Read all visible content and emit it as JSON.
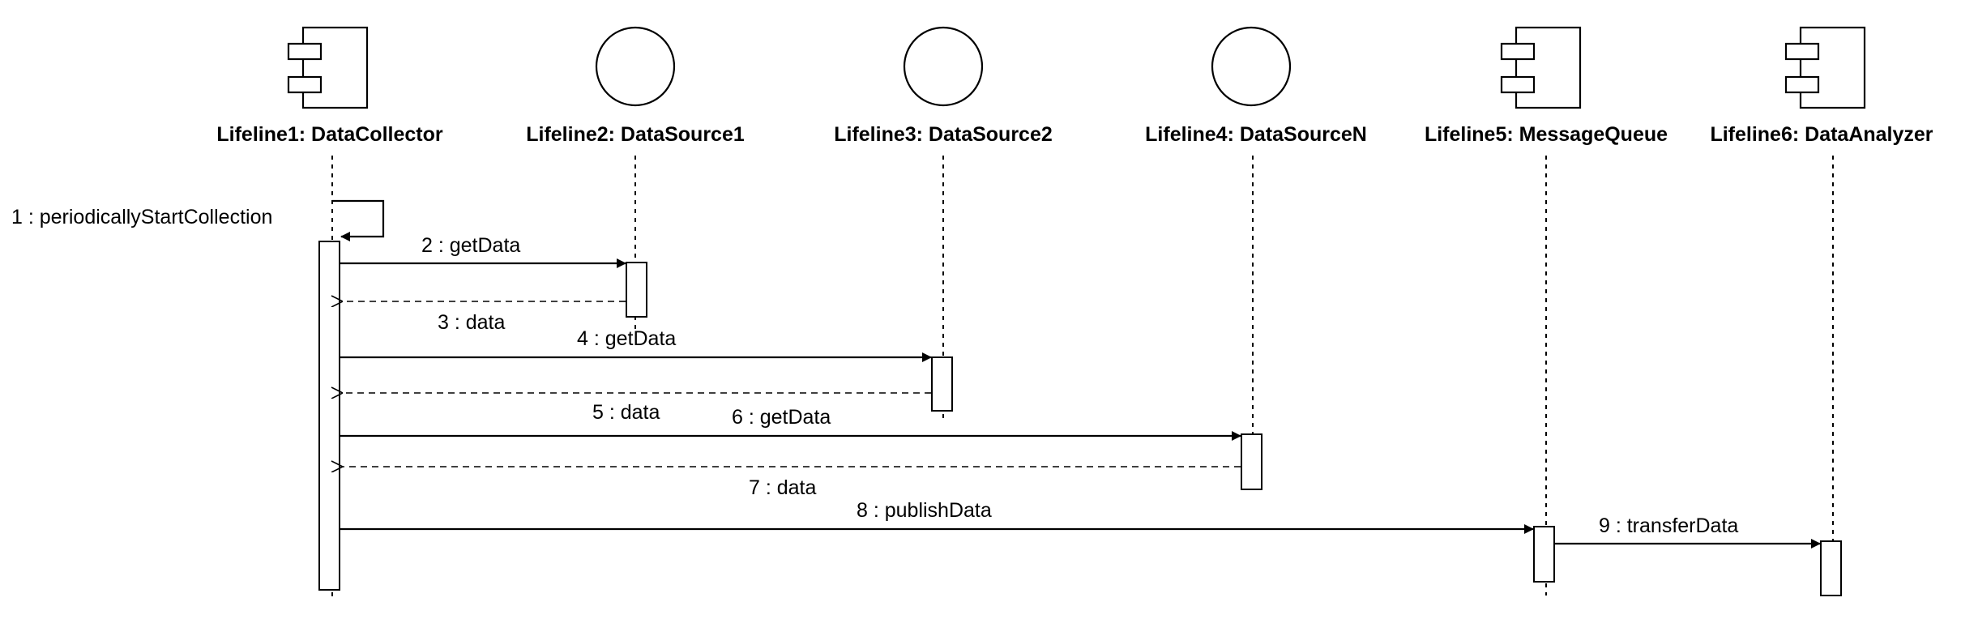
{
  "lifelines": [
    {
      "id": "l1",
      "title": "Lifeline1: DataCollector",
      "icon": "component-icon"
    },
    {
      "id": "l2",
      "title": "Lifeline2: DataSource1",
      "icon": "entity-circle-icon"
    },
    {
      "id": "l3",
      "title": "Lifeline3: DataSource2",
      "icon": "entity-circle-icon"
    },
    {
      "id": "l4",
      "title": "Lifeline4: DataSourceN",
      "icon": "entity-circle-icon"
    },
    {
      "id": "l5",
      "title": "Lifeline5: MessageQueue",
      "icon": "component-icon"
    },
    {
      "id": "l6",
      "title": "Lifeline6: DataAnalyzer",
      "icon": "component-icon"
    }
  ],
  "messages": [
    {
      "label": "1 : periodicallyStartCollection",
      "from": "l1",
      "to": "l1",
      "kind": "self"
    },
    {
      "label": "2 : getData",
      "from": "l1",
      "to": "l2",
      "kind": "call"
    },
    {
      "label": "3 : data",
      "from": "l2",
      "to": "l1",
      "kind": "return"
    },
    {
      "label": "4 : getData",
      "from": "l1",
      "to": "l3",
      "kind": "call"
    },
    {
      "label": "5 : data",
      "from": "l3",
      "to": "l1",
      "kind": "return"
    },
    {
      "label": "6 : getData",
      "from": "l1",
      "to": "l4",
      "kind": "call"
    },
    {
      "label": "7 : data",
      "from": "l4",
      "to": "l1",
      "kind": "return"
    },
    {
      "label": "8 : publishData",
      "from": "l1",
      "to": "l5",
      "kind": "call"
    },
    {
      "label": "9 : transferData",
      "from": "l5",
      "to": "l6",
      "kind": "call"
    }
  ]
}
